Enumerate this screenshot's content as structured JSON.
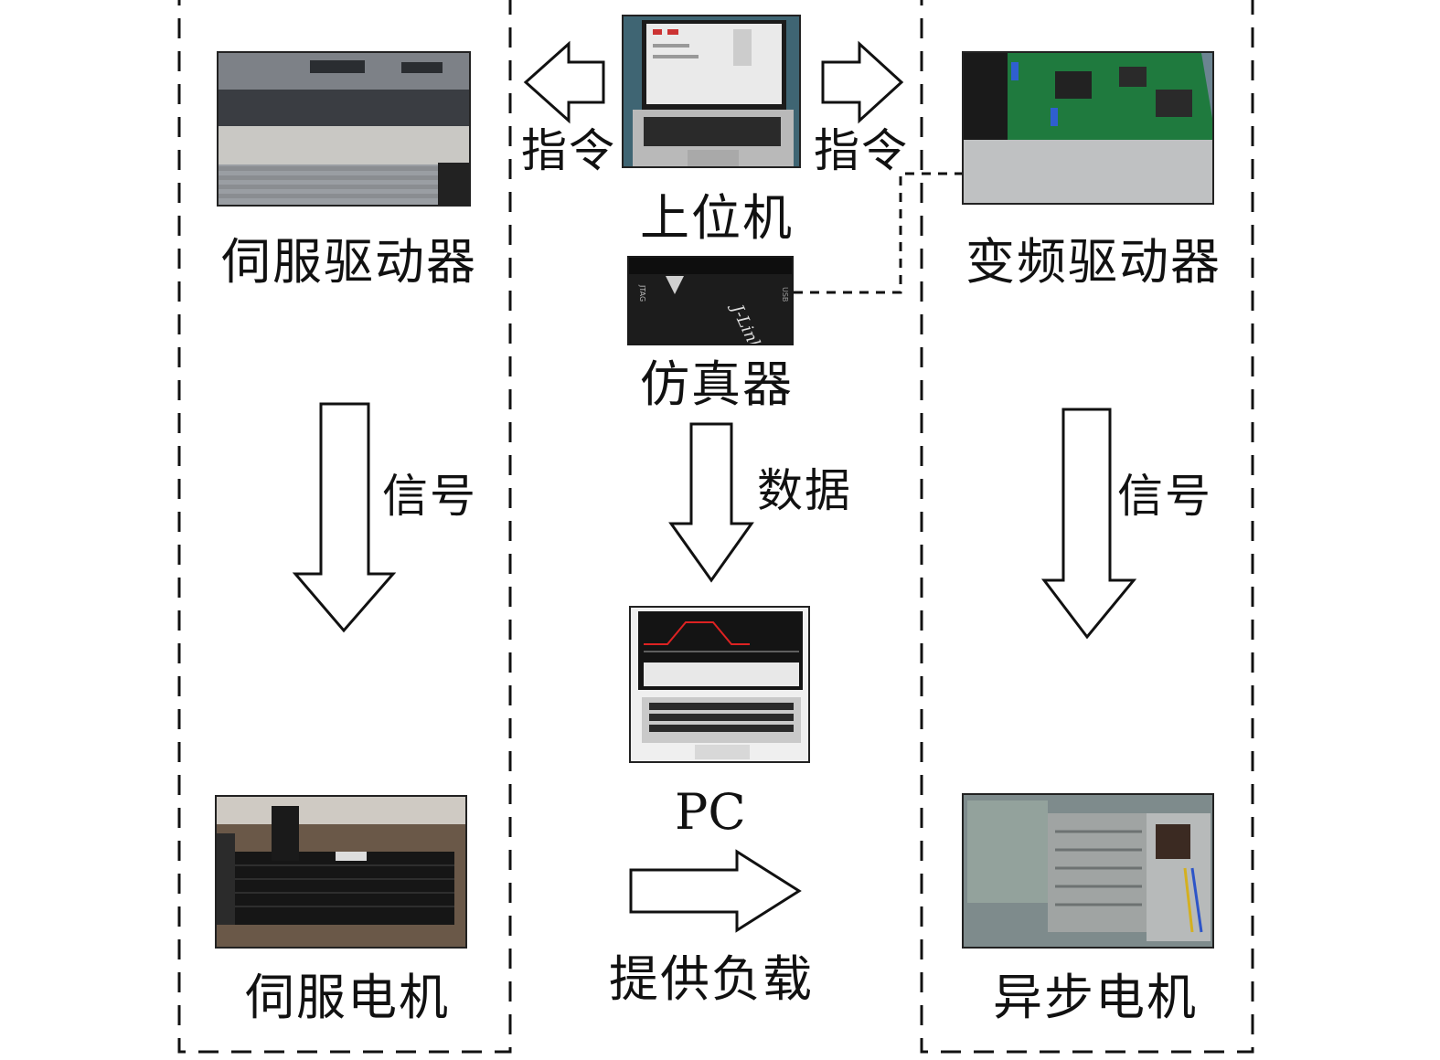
{
  "diagram": {
    "left_column": {
      "top_device": "伺服驱动器",
      "signal_label": "信号",
      "bottom_device": "伺服电机"
    },
    "center_column": {
      "host_computer": "上位机",
      "command_left": "指令",
      "command_right": "指令",
      "emulator": "仿真器",
      "data_label": "数据",
      "pc": "PC",
      "load_label": "提供负载"
    },
    "right_column": {
      "top_device": "变频驱动器",
      "signal_label": "信号",
      "bottom_device": "异步电机"
    },
    "emulator_brand": "J-Link",
    "emulator_port_left": "JTAG",
    "emulator_port_right": "USB"
  }
}
